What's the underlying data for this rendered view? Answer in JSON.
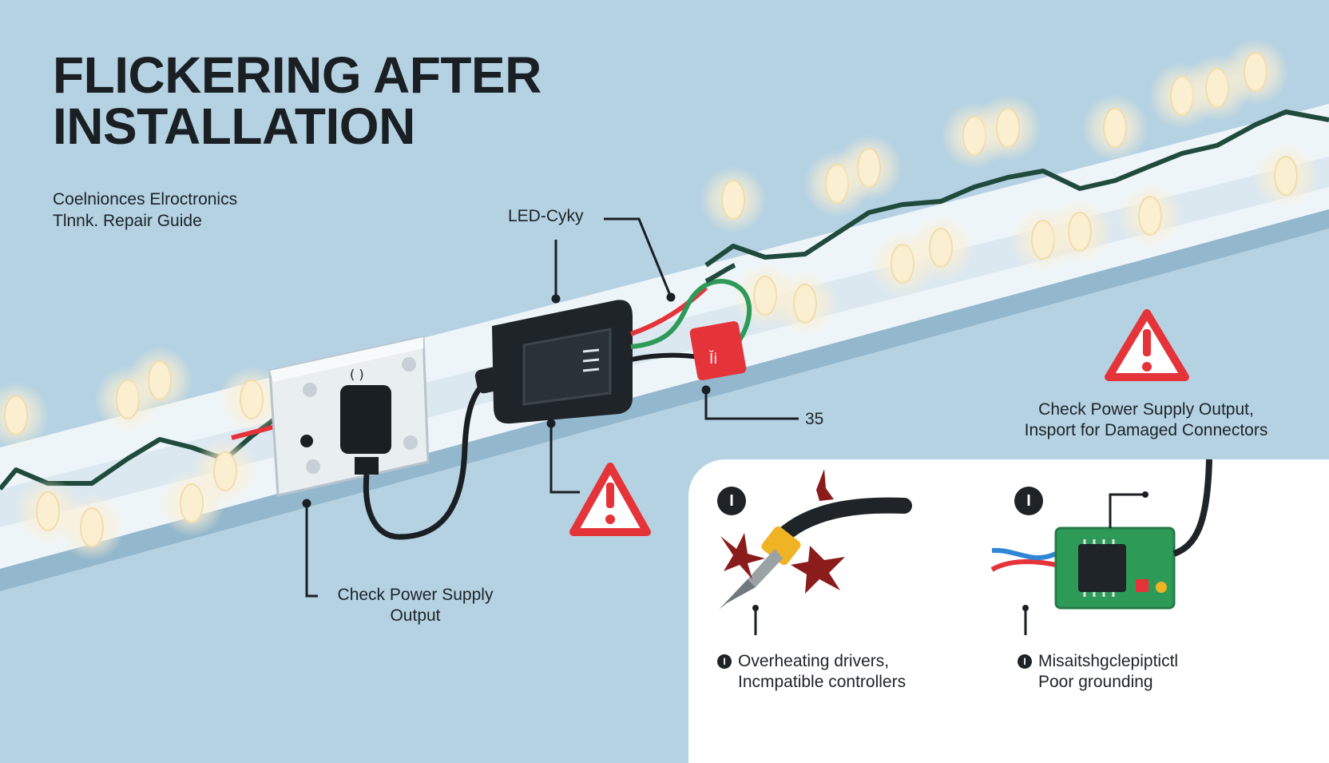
{
  "title": {
    "line1": "FLICKERING AFTER",
    "line2": "INSTALLATION"
  },
  "subtitle": {
    "line1": "Coelnionces Elroctronics",
    "line2": "Tlnnk. Repair Guide"
  },
  "labels": {
    "led": "LED-Cyky",
    "num35": "35",
    "check_power_line1": "Check Power Supply",
    "check_power_line2": "Output",
    "right_line1": "Check Power Supply Output,",
    "right_line2": "Insport for Damaged Connectors"
  },
  "panel": {
    "item1": {
      "badge": "I",
      "bullet": "I",
      "line1": "Overheating drivers,",
      "line2": "Incmpatible controllers"
    },
    "item2": {
      "badge": "I",
      "bullet": "I",
      "line1": "Misaitshgclepiptictl",
      "line2": "Poor grounding"
    }
  },
  "colors": {
    "background": "#b5d2e2",
    "wire": "#1f4a3c",
    "bulb": "#fbefd2",
    "warning": "#e5333a",
    "adapter": "#1e2428",
    "panel": "#ffffff",
    "circuit_board": "#2e9a58"
  },
  "icons": [
    "warning-icon",
    "power-adapter-icon",
    "wall-outlet-icon",
    "plug-icon",
    "connector-icon",
    "damaged-cable-icon",
    "circuit-board-icon"
  ]
}
